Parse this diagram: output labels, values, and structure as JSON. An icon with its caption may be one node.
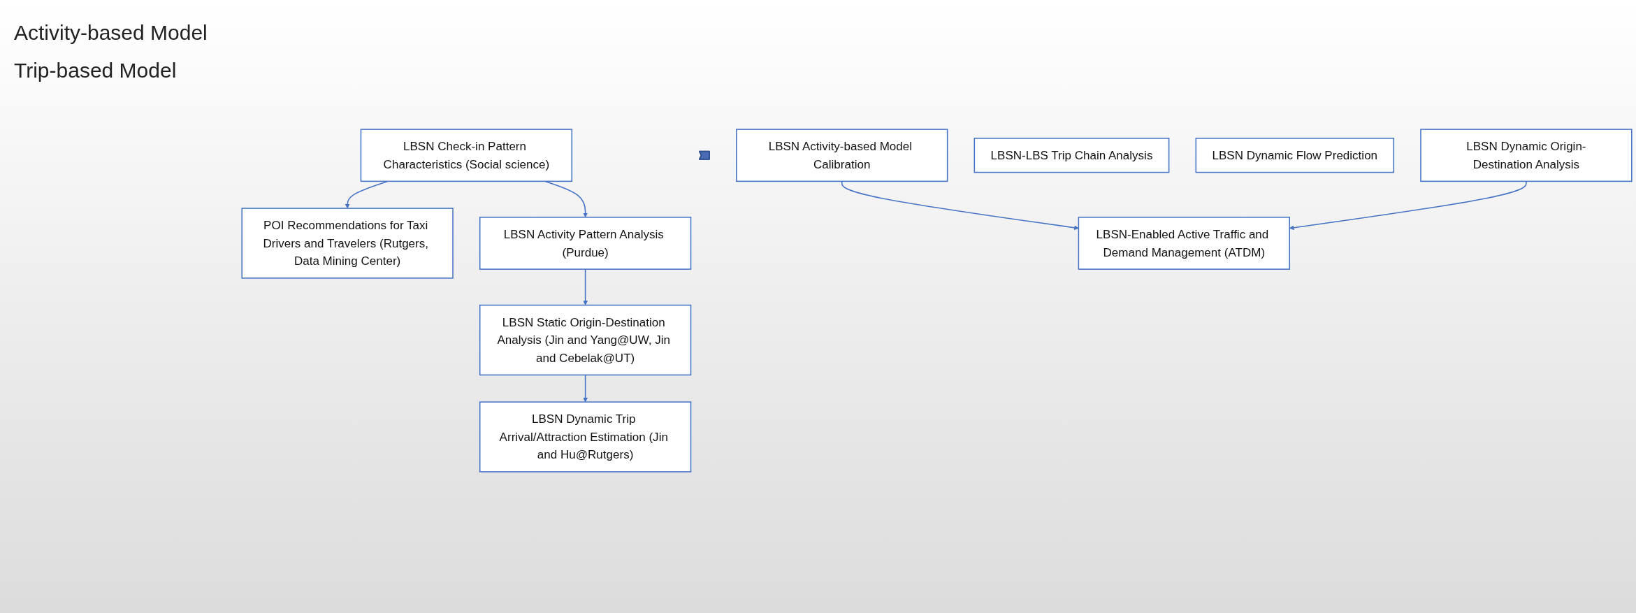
{
  "diagram": {
    "nodes": [
      {
        "text": [
          "LBSN Check-in Pattern Characteristics (Social science)"
        ]
      },
      {
        "text": [
          "POI Recommendations for Taxi Drivers and Travelers (Rutgers, Data Mining Center)"
        ]
      },
      {
        "text": [
          "LBSN Activity Pattern Analysis (Purdue)"
        ]
      },
      {
        "text": [
          "LBSN Static Origin-Destination Analysis (Jin and Yang@UW, Jin and Cebelak@UT)"
        ]
      },
      {
        "text": [
          "LBSN Dynamic Trip Arrival/Attraction Estimation (Jin and Hu@Rutgers)"
        ]
      },
      {
        "text": [],
        "shape": "arrow"
      },
      {
        "text": [
          "LBSN Activity-based Model Calibration"
        ]
      },
      {
        "text": [
          "LBSN-LBS Trip Chain Analysis"
        ]
      },
      {
        "text": [
          "LBSN Dynamic Flow Prediction"
        ]
      },
      {
        "text": [
          "LBSN Dynamic Origin-Destination Analysis"
        ]
      },
      {
        "text": [
          "LBSN-Enabled Active Traffic and Demand Management (ATDM)"
        ]
      }
    ],
    "edges": [
      {
        "from": 0,
        "to": 1,
        "arrow": "to"
      },
      {
        "from": 0,
        "to": 2,
        "arrow": "to"
      },
      {
        "from": 2,
        "to": 3,
        "arrow": "to"
      },
      {
        "from": 3,
        "to": 4,
        "arrow": "to"
      },
      {
        "from": 6,
        "to": 10,
        "arrow": "to"
      },
      {
        "from": 9,
        "to": 10,
        "arrow": "to"
      }
    ],
    "labels": [
      "Activity-based Model",
      "Trip-based Model"
    ]
  }
}
